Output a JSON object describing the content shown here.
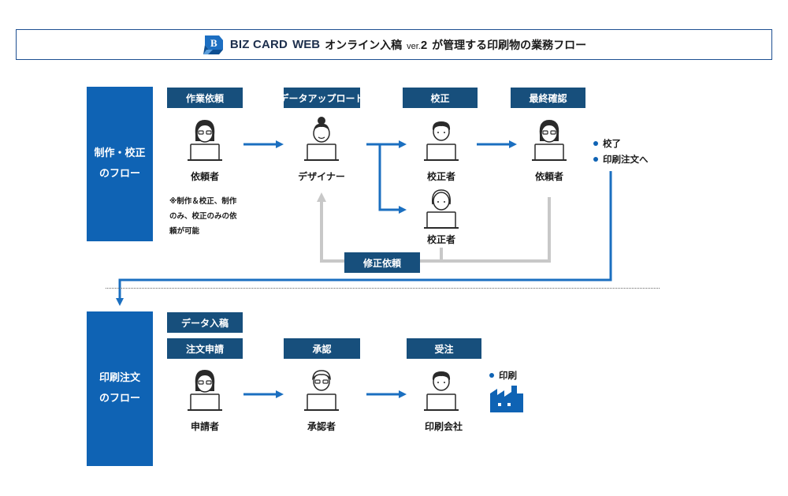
{
  "header": {
    "brand": "BIZ CARD",
    "brand_web": "WEB",
    "title_prefix": "オンライン入稿",
    "ver_label": "ver.",
    "ver_num": "2",
    "title_suffix": "が管理する印刷物の業務フロー"
  },
  "section1": {
    "side_line1": "制作・校正",
    "side_line2": "のフロー",
    "steps": [
      "作業依頼",
      "データアップロード",
      "校正",
      "最終確認"
    ],
    "roles": [
      "依頼者",
      "デザイナー",
      "校正者",
      "校正者",
      "依頼者"
    ],
    "note_lines": [
      "※制作＆校正、制作",
      "のみ、校正のみの依",
      "頼が可能"
    ],
    "status": [
      "校了",
      "印刷注文へ"
    ],
    "revision_label": "修正依頼"
  },
  "section2": {
    "side_line1": "印刷注文",
    "side_line2": "のフロー",
    "data_label": "データ入稿",
    "steps": [
      "注文申請",
      "承認",
      "受注"
    ],
    "roles": [
      "申請者",
      "承認者",
      "印刷会社"
    ],
    "status": [
      "印刷"
    ]
  },
  "colors": {
    "primary": "#0f63b4",
    "step_bg": "#174f7c",
    "arrow": "#1b6fc0",
    "return_line": "#c8c8c8"
  },
  "icons": [
    "biz-card-logo-icon",
    "person-icon",
    "laptop-icon",
    "factory-icon"
  ]
}
